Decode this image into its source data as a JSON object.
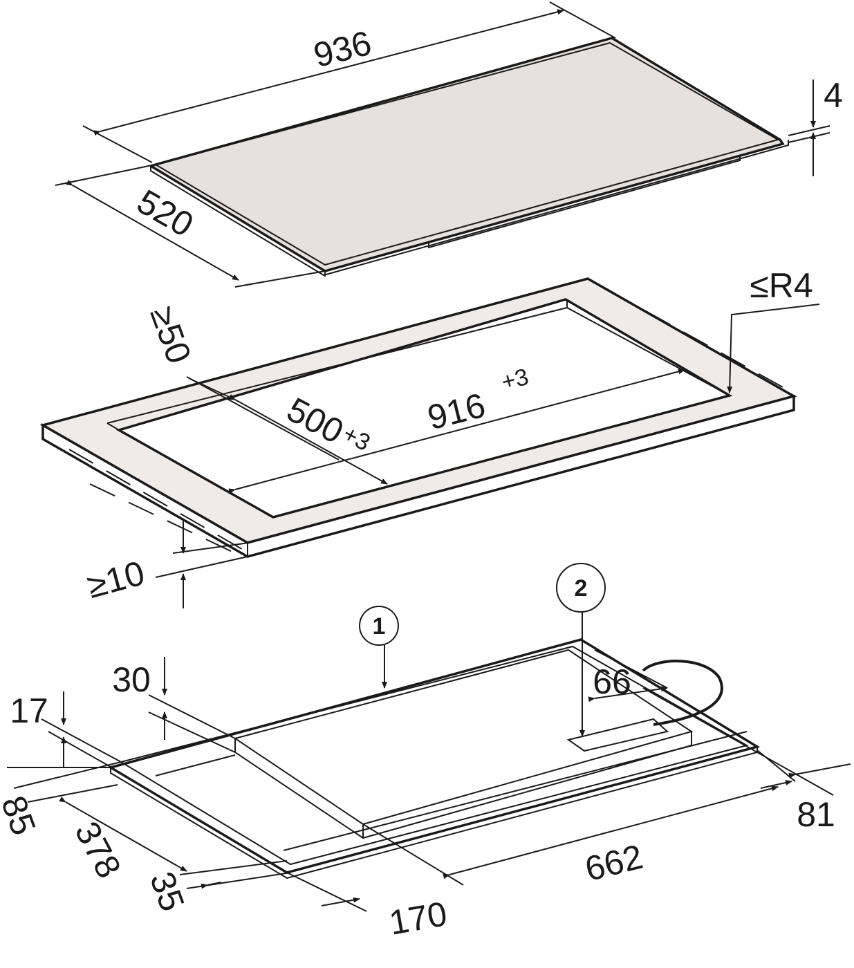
{
  "diagram": {
    "top_hob": {
      "width": "936",
      "depth": "520",
      "thickness": "4"
    },
    "cutout": {
      "corner_radius": "≤R4",
      "min_edge_distance": "≥50",
      "depth": "500",
      "depth_tolerance": "+3",
      "width": "916",
      "width_tolerance": "+3",
      "min_worktop_thickness": "≥10"
    },
    "underside": {
      "callout_1": "1",
      "callout_2": "2",
      "d30": "30",
      "d17": "17",
      "d66": "66",
      "d85": "85",
      "d378": "378",
      "d35": "35",
      "d170": "170",
      "d662": "662",
      "d81": "81"
    },
    "colors": {
      "plate": "#e4e1df",
      "frame": "#efebe9",
      "line": "#1a1a1a"
    }
  }
}
